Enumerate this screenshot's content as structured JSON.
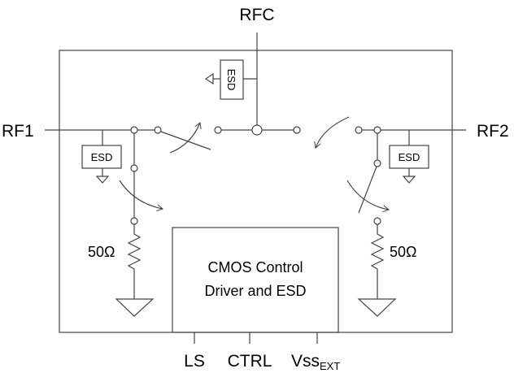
{
  "pins": {
    "rfc": "RFC",
    "rf1": "RF1",
    "rf2": "RF2",
    "ls": "LS",
    "ctrl": "CTRL",
    "vss": "Vss",
    "vss_sub": "EXT"
  },
  "blocks": {
    "esd_rfc": "ESD",
    "esd_rf1": "ESD",
    "esd_rf2": "ESD",
    "cmos_line1": "CMOS Control",
    "cmos_line2": "Driver and ESD"
  },
  "resistors": {
    "left": "50Ω",
    "right": "50Ω"
  }
}
